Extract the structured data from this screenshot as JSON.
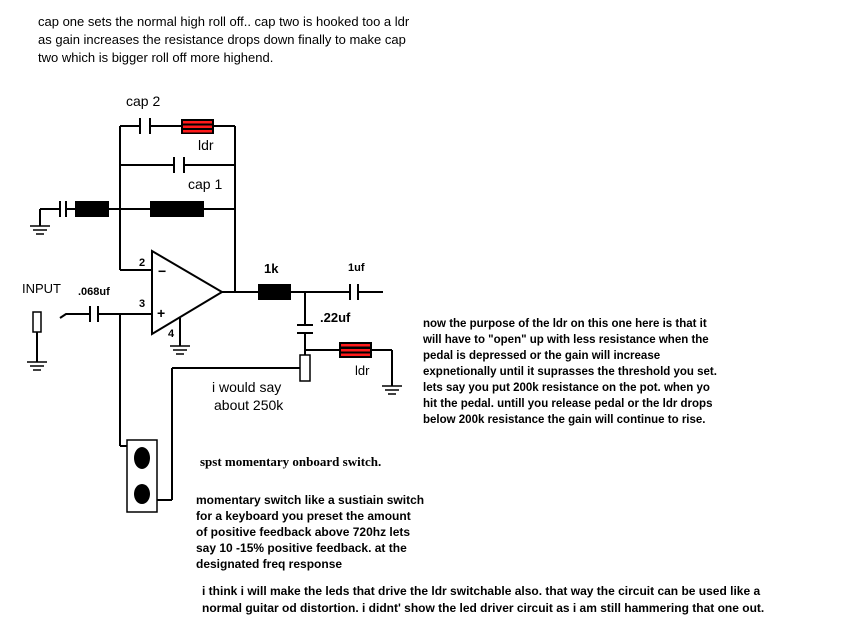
{
  "header": {
    "lines": [
      "cap one sets the normal high roll off.. cap two is hooked too a ldr",
      "as gain increases the resistance drops down finally to make cap",
      "two which is bigger roll off more highend."
    ]
  },
  "labels": {
    "cap2": "cap 2",
    "ldr_top": "ldr",
    "cap1": "cap 1",
    "input": "INPUT",
    "cap_input": ".068uf",
    "pin2": "2",
    "minus": "−",
    "pin3": "3",
    "plus": "+",
    "pin4": "4",
    "r1k": "1k",
    "cap_out": "1uf",
    "cap_22": ".22uf",
    "ldr_bottom": "ldr",
    "pot_note": [
      "i would say",
      "about 250k"
    ]
  },
  "notes": {
    "right": [
      "now the purpose of the ldr on this one here is that it",
      "will have to \"open\" up with less resistance when the",
      "pedal is depressed or the gain will increase",
      "expnetionally until it suprasses the threshold you set.",
      "lets say you put 200k resistance on the pot. when yo",
      "hit the pedal. untill you release pedal or the ldr drops",
      "below 200k resistance the gain will continue to rise."
    ],
    "switch_title": "spst momentary onboard switch.",
    "switch_desc": [
      "momentary switch like a sustiain switch",
      "for a keyboard you preset the amount",
      "of positive feedback above 720hz  lets",
      "say 10 -15% positive feedback.  at the",
      "designated freq response"
    ],
    "bottom": [
      "i think i will make the leds that drive the ldr switchable also. that way the circuit can be used like a",
      "normal guitar od distortion.  i didnt' show the led driver circuit as i am still hammering that one out."
    ]
  },
  "colors": {
    "ink": "#000000",
    "ldr_red": "#ff1a1a",
    "background": "#ffffff"
  }
}
